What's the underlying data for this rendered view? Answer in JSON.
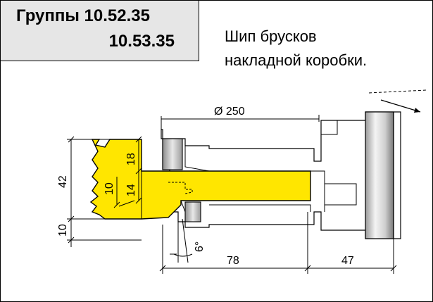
{
  "header": {
    "title_line1": "Группы 10.52.35",
    "title_line2": "10.53.35"
  },
  "description": {
    "line1": "Шип брусков",
    "line2": "накладной коробки."
  },
  "dimensions": {
    "diameter": "Ø 250",
    "height_total": "42",
    "height_lower": "10",
    "vertical_18": "18",
    "vertical_14": "14",
    "vertical_10": "10",
    "angle": "6°",
    "width_78": "78",
    "width_47": "47"
  },
  "colors": {
    "workpiece": "#ffe600",
    "tool_body": "#ffffff",
    "hatch": "#d9d9d9",
    "background": "#ffffff"
  }
}
